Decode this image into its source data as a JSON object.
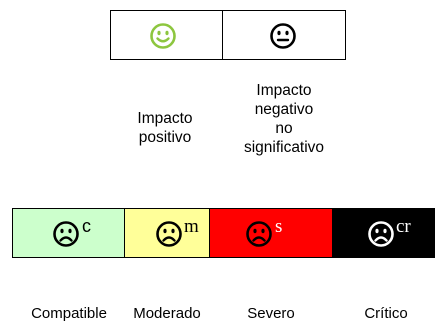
{
  "top_legend": {
    "items": [
      {
        "icon": "smiley-face-icon",
        "color": "#8dc63f",
        "caption": "Impacto\npositivo"
      },
      {
        "icon": "neutral-face-icon",
        "color": "#000000",
        "caption": "Impacto\nnegativo\nno\nsignificativo"
      }
    ]
  },
  "scale": {
    "items": [
      {
        "icon": "sad-face-icon",
        "superscript": "c",
        "fill": "#ccffcc",
        "text_color": "#000000",
        "label": "Compatible"
      },
      {
        "icon": "sad-face-icon",
        "superscript": "m",
        "fill": "#ffff99",
        "text_color": "#000000",
        "label": "Moderado"
      },
      {
        "icon": "sad-face-icon",
        "superscript": "s",
        "fill": "#ff0000",
        "text_color": "#ffffff",
        "label": "Severo"
      },
      {
        "icon": "sad-face-icon",
        "superscript": "cr",
        "fill": "#000000",
        "text_color": "#ffffff",
        "label": "Crítico"
      }
    ]
  }
}
